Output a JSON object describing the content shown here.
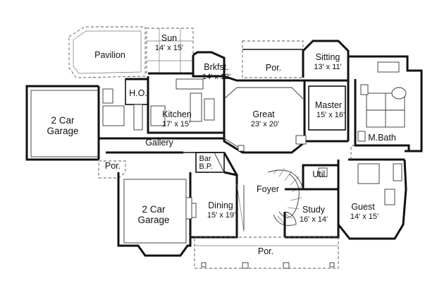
{
  "rooms": [
    {
      "id": "pavilion",
      "name": "Pavilion",
      "dims": ""
    },
    {
      "id": "sun",
      "name": "Sun",
      "dims": "14' x 15'"
    },
    {
      "id": "brkfst",
      "name": "Brkfst.",
      "dims": "14' x 12'"
    },
    {
      "id": "por_top",
      "name": "Por.",
      "dims": ""
    },
    {
      "id": "sitting",
      "name": "Sitting",
      "dims": "13' x 11'"
    },
    {
      "id": "ho",
      "name": "H.O.",
      "dims": ""
    },
    {
      "id": "master",
      "name": "Master",
      "dims": "15' x 16'"
    },
    {
      "id": "garage_top",
      "name": "2 Car",
      "dims": "Garage"
    },
    {
      "id": "kitchen",
      "name": "Kitchen",
      "dims": "17' x 15'"
    },
    {
      "id": "great",
      "name": "Great",
      "dims": "23' x 20'"
    },
    {
      "id": "mbath",
      "name": "M.Bath",
      "dims": ""
    },
    {
      "id": "gallery",
      "name": "Gallery",
      "dims": ""
    },
    {
      "id": "bar",
      "name": "Bar",
      "dims": "B.P."
    },
    {
      "id": "por_left",
      "name": "Por.",
      "dims": ""
    },
    {
      "id": "util",
      "name": "Util.",
      "dims": ""
    },
    {
      "id": "foyer",
      "name": "Foyer",
      "dims": ""
    },
    {
      "id": "dining",
      "name": "Dining",
      "dims": "15' x 19'"
    },
    {
      "id": "garage_bottom",
      "name": "2 Car",
      "dims": "Garage"
    },
    {
      "id": "study",
      "name": "Study",
      "dims": "16' x 14'"
    },
    {
      "id": "guest",
      "name": "Guest",
      "dims": "14' x 15'"
    },
    {
      "id": "por_bottom",
      "name": "Por.",
      "dims": ""
    }
  ]
}
